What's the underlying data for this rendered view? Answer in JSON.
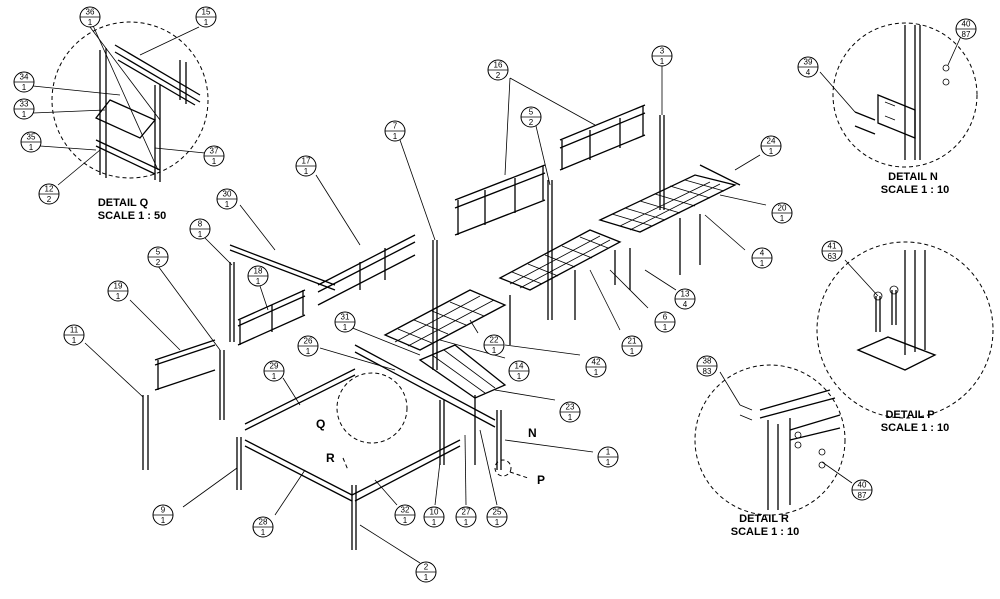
{
  "balloons": [
    {
      "id": "b36",
      "item": "36",
      "qty": "1"
    },
    {
      "id": "b15",
      "item": "15",
      "qty": "1"
    },
    {
      "id": "b34",
      "item": "34",
      "qty": "1"
    },
    {
      "id": "b33",
      "item": "33",
      "qty": "1"
    },
    {
      "id": "b35",
      "item": "35",
      "qty": "1"
    },
    {
      "id": "b37",
      "item": "37",
      "qty": "1"
    },
    {
      "id": "b12",
      "item": "12",
      "qty": "2"
    },
    {
      "id": "b30",
      "item": "30",
      "qty": "1"
    },
    {
      "id": "b17",
      "item": "17",
      "qty": "1"
    },
    {
      "id": "b7",
      "item": "7",
      "qty": "1"
    },
    {
      "id": "b16",
      "item": "16",
      "qty": "2"
    },
    {
      "id": "b5a",
      "item": "5",
      "qty": "2"
    },
    {
      "id": "b3",
      "item": "3",
      "qty": "1"
    },
    {
      "id": "b24",
      "item": "24",
      "qty": "1"
    },
    {
      "id": "b20",
      "item": "20",
      "qty": "1"
    },
    {
      "id": "b4",
      "item": "4",
      "qty": "1"
    },
    {
      "id": "b8",
      "item": "8",
      "qty": "1"
    },
    {
      "id": "b18",
      "item": "18",
      "qty": "1"
    },
    {
      "id": "b5b",
      "item": "5",
      "qty": "2"
    },
    {
      "id": "b19",
      "item": "19",
      "qty": "1"
    },
    {
      "id": "b11",
      "item": "11",
      "qty": "1"
    },
    {
      "id": "b31",
      "item": "31",
      "qty": "1"
    },
    {
      "id": "b26",
      "item": "26",
      "qty": "1"
    },
    {
      "id": "b22",
      "item": "22",
      "qty": "1"
    },
    {
      "id": "b14",
      "item": "14",
      "qty": "1"
    },
    {
      "id": "b42",
      "item": "42",
      "qty": "1"
    },
    {
      "id": "b21",
      "item": "21",
      "qty": "1"
    },
    {
      "id": "b6",
      "item": "6",
      "qty": "1"
    },
    {
      "id": "b13",
      "item": "13",
      "qty": "4"
    },
    {
      "id": "b29",
      "item": "29",
      "qty": "1"
    },
    {
      "id": "b23",
      "item": "23",
      "qty": "1"
    },
    {
      "id": "b1",
      "item": "1",
      "qty": "1"
    },
    {
      "id": "b9",
      "item": "9",
      "qty": "1"
    },
    {
      "id": "b28",
      "item": "28",
      "qty": "1"
    },
    {
      "id": "b32",
      "item": "32",
      "qty": "1"
    },
    {
      "id": "b10",
      "item": "10",
      "qty": "1"
    },
    {
      "id": "b27",
      "item": "27",
      "qty": "1"
    },
    {
      "id": "b25",
      "item": "25",
      "qty": "1"
    },
    {
      "id": "b2",
      "item": "2",
      "qty": "1"
    },
    {
      "id": "b40a",
      "item": "40",
      "qty": "87"
    },
    {
      "id": "b39",
      "item": "39",
      "qty": "4"
    },
    {
      "id": "b41",
      "item": "41",
      "qty": "63"
    },
    {
      "id": "b38",
      "item": "38",
      "qty": "83"
    },
    {
      "id": "b40b",
      "item": "40",
      "qty": "87"
    }
  ],
  "details": {
    "q": {
      "title": "DETAIL Q",
      "scale": "SCALE 1 : 50"
    },
    "n": {
      "title": "DETAIL N",
      "scale": "SCALE 1 : 10"
    },
    "p": {
      "title": "DETAIL P",
      "scale": "SCALE 1 : 10"
    },
    "r": {
      "title": "DETAIL R",
      "scale": "SCALE 1 : 10"
    }
  },
  "tags": {
    "q": "Q",
    "n": "N",
    "p": "P",
    "r": "R"
  }
}
